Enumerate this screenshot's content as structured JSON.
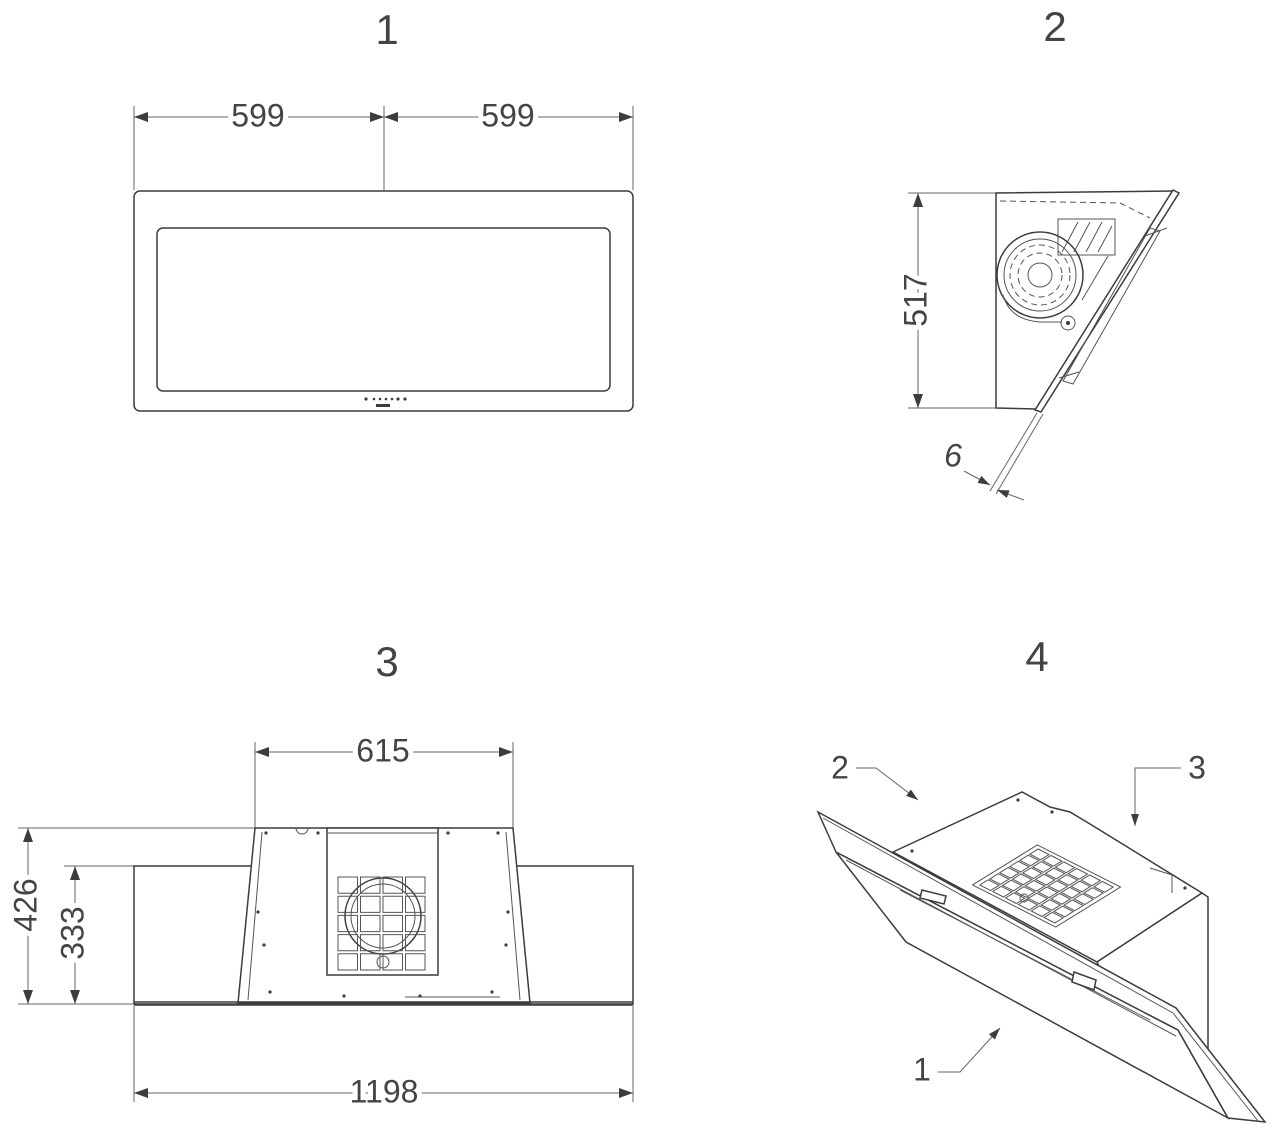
{
  "line_color": "#3c3c3c",
  "views": [
    {
      "label": "1",
      "dims": {
        "a": "599",
        "b": "599"
      }
    },
    {
      "label": "2",
      "dims": {
        "a": "517",
        "b": "6"
      }
    },
    {
      "label": "3",
      "dims": {
        "a": "615",
        "b": "426",
        "c": "333",
        "d": "1198"
      }
    },
    {
      "label": "4",
      "callouts": [
        "2",
        "3",
        "1"
      ]
    }
  ]
}
